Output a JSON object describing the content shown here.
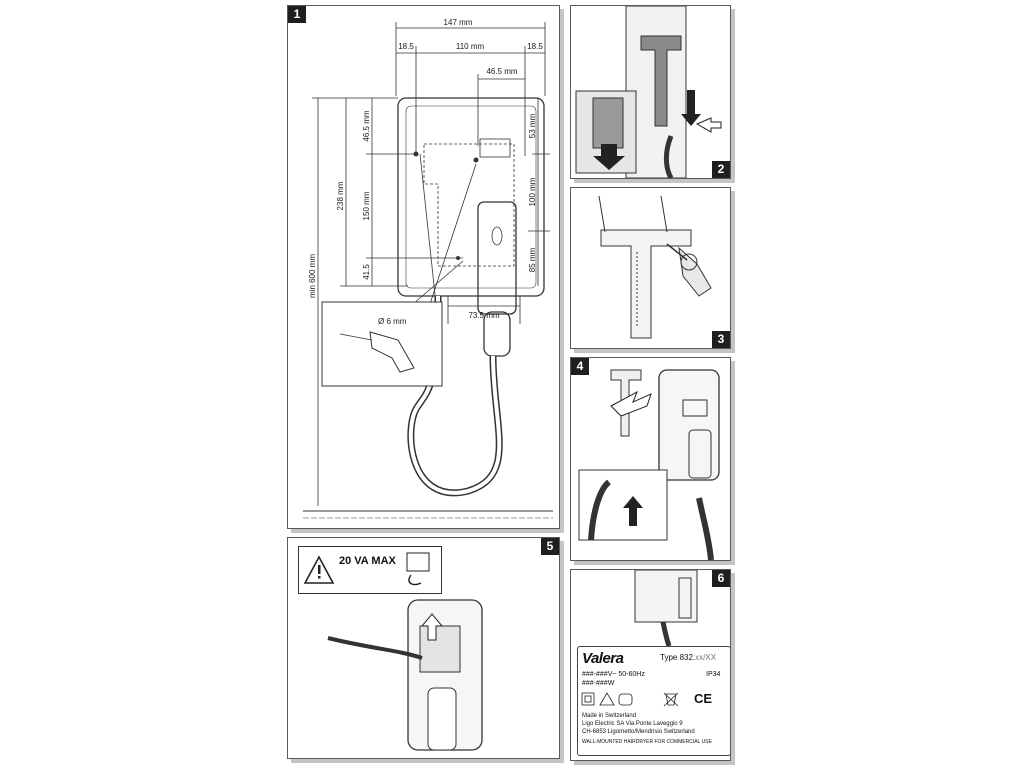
{
  "panel1": {
    "number": "1",
    "dims": {
      "total_width": "147 mm",
      "side_left": "18.5",
      "center_width": "110 mm",
      "side_right": "18.5",
      "offset_right": "46.5 mm",
      "min_height": "min 600 mm",
      "height_238": "238 mm",
      "upper_46_5": "46.5 mm",
      "mid_150": "150 mm",
      "lower_41_5": "41.5",
      "right_53": "53 mm",
      "right_100": "100 mm",
      "right_85": "85 mm",
      "bottom_73_5": "73.5 mm",
      "drill": "Ø 6 mm"
    }
  },
  "panel2": {
    "number": "2"
  },
  "panel3": {
    "number": "3"
  },
  "panel4": {
    "number": "4"
  },
  "panel5": {
    "number": "5",
    "warning": "20 VA MAX"
  },
  "panel6": {
    "number": "6",
    "brand": "Valera",
    "type_label": "Type 832.",
    "type_suffix": "xx/XX",
    "voltage": "###-###V~ 50-60Hz",
    "ip": "IP34",
    "watts": "###-###W",
    "ce": "CE",
    "made_in": "Made in Switzerland",
    "address1": "Ligo Electric SA Via Ponte Laveggio 9",
    "address2": "CH-6853 Ligornetto/Mendrisio Switzerland",
    "footer": "WALL-MOUNTED HAIRDRYER FOR COMMERCIAL USE"
  },
  "colors": {
    "border": "#5a5a5a",
    "badge": "#1f1f1f",
    "shadow": "#c4c4c4"
  }
}
